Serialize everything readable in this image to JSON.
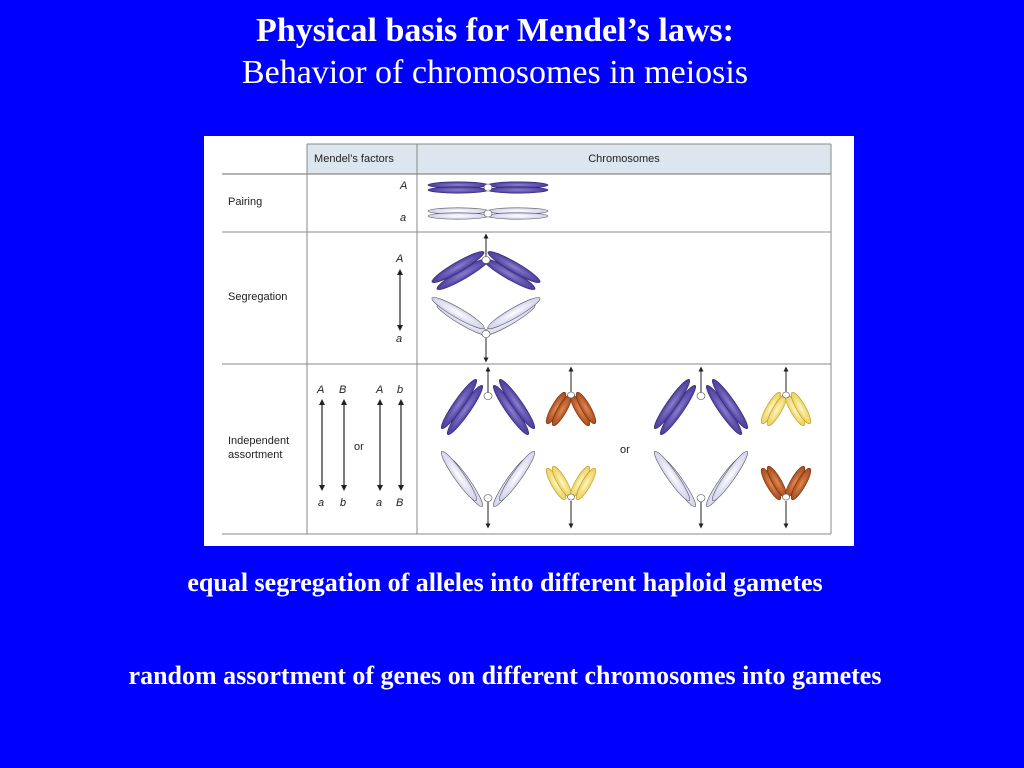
{
  "slide": {
    "title": "Physical basis for Mendel’s laws:",
    "subtitle": "Behavior of chromosomes in meiosis",
    "caption_segregation": "equal segregation of alleles into different haploid gametes",
    "caption_assortment": "random assortment of genes on different chromosomes into gametes"
  },
  "figure": {
    "headers": {
      "factors": "Mendel’s factors",
      "chromosomes": "Chromosomes"
    },
    "rows": {
      "pairing": "Pairing",
      "segregation": "Segregation",
      "independent_line1": "Independent",
      "independent_line2": "assortment"
    },
    "alleles": {
      "A": "A",
      "a": "a",
      "B": "B",
      "b": "b"
    },
    "or_label": "or"
  },
  "colors": {
    "background": "#0000ff",
    "dark_chromosome": "#4b3a9c",
    "light_chromosome": "#dcdcf2",
    "rust_chromosome": "#b0521e",
    "yellow_chromosome": "#efd35a",
    "header_fill": "#dde6ee"
  }
}
